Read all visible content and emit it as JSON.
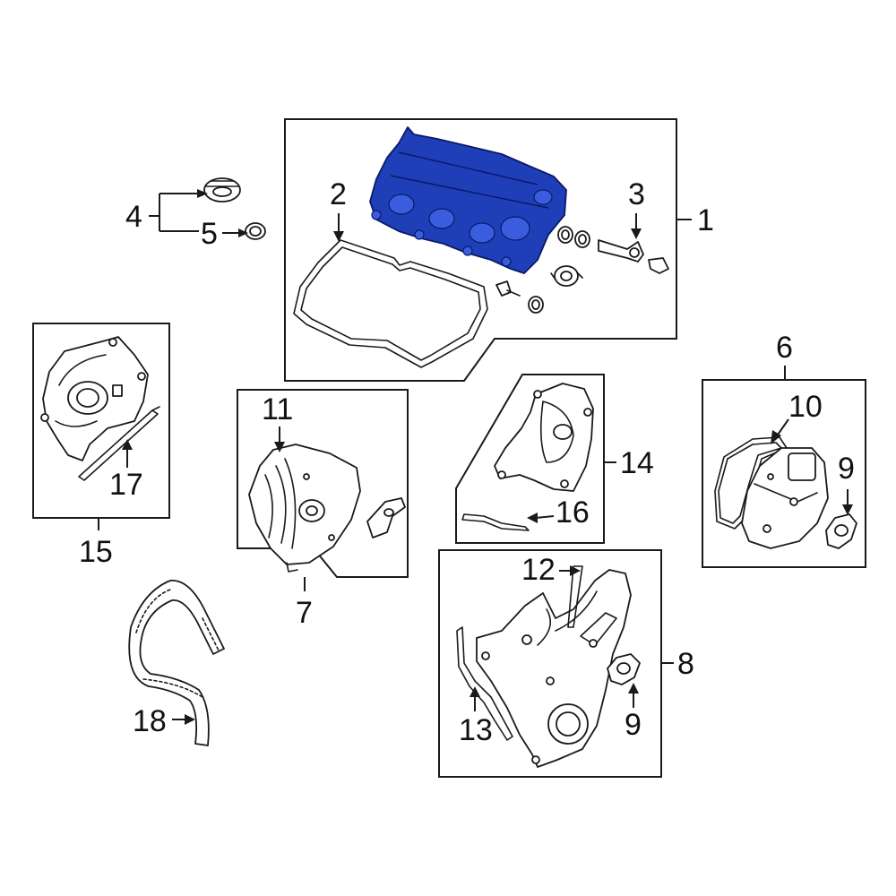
{
  "diagram": {
    "highlight_color": "#1f3fb8",
    "line_color": "#1a1a1a",
    "callouts": {
      "c1": "1",
      "c2": "2",
      "c3": "3",
      "c4": "4",
      "c5": "5",
      "c6": "6",
      "c7": "7",
      "c8": "8",
      "c9a": "9",
      "c9b": "9",
      "c10": "10",
      "c11": "11",
      "c12": "12",
      "c13": "13",
      "c14": "14",
      "c15": "15",
      "c16": "16",
      "c17": "17",
      "c18": "18"
    }
  }
}
